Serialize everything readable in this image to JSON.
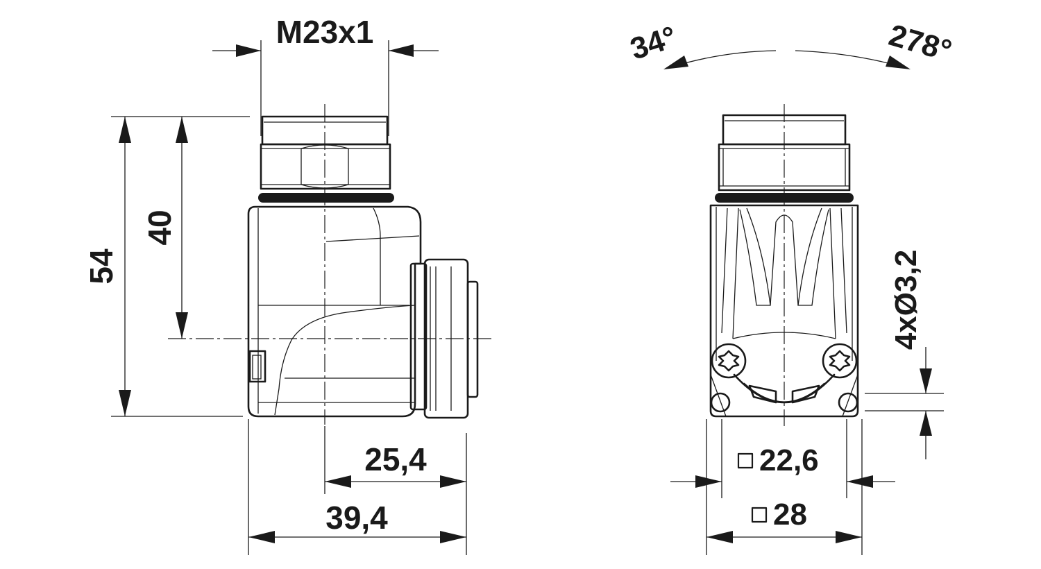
{
  "side_view": {
    "thread_label": "M23x1",
    "height_total": "54",
    "height_axis": "40",
    "offset_axis": "25,4",
    "width_total": "39,4"
  },
  "front_view": {
    "rotation_left": "34°",
    "rotation_right": "278°",
    "hole_spec": "4xØ3,2",
    "square_inner": "22,6",
    "square_outer": "28"
  },
  "colors": {
    "line": "#1a1a1a",
    "background": "#ffffff"
  },
  "icons": [
    "square-symbol-icon",
    "torx-screw-icon"
  ]
}
